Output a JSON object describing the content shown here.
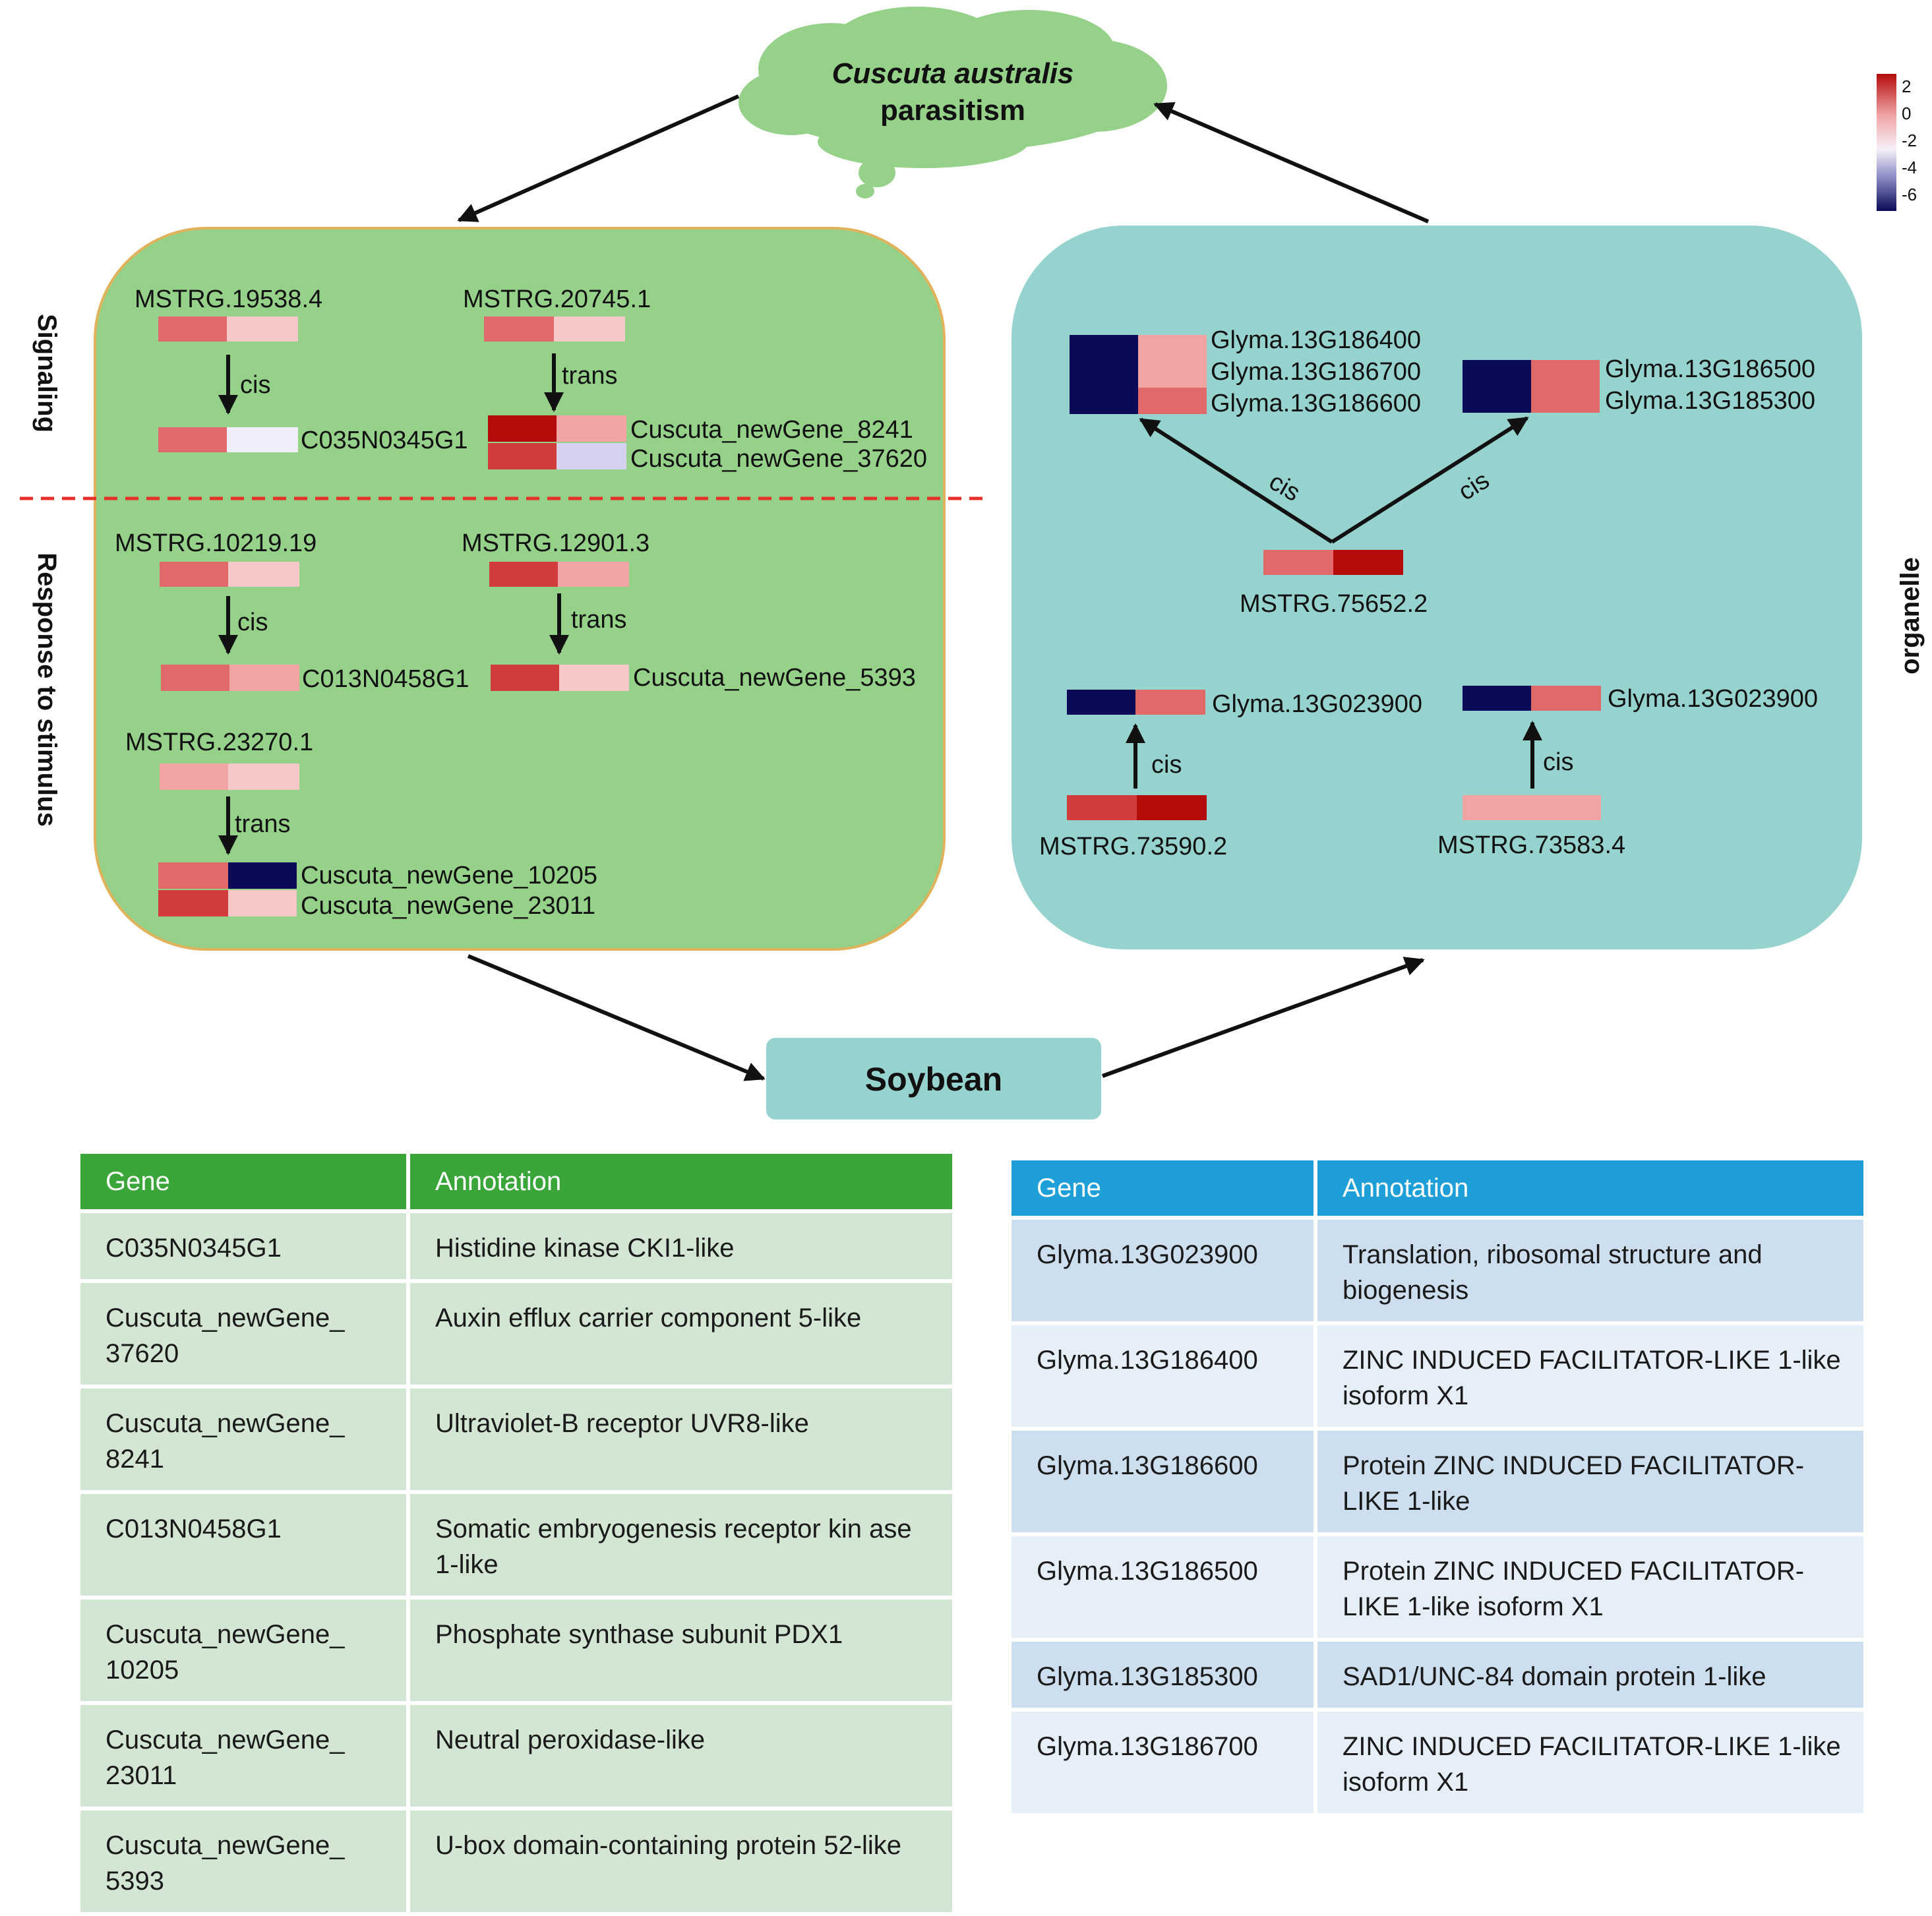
{
  "diagram": {
    "cloud_title_line1": "Cuscuta australis",
    "cloud_title_line2": "parasitism",
    "soybean_label": "Soybean",
    "side_label_signaling": "Signaling",
    "side_label_response": "Response to stimulus",
    "side_label_organelle": "organelle",
    "colors": {
      "cloud": "#96d18a",
      "green_panel": "#96d18a",
      "green_panel_border": "#e0b25c",
      "teal_panel": "#96d3cf",
      "divider": "#e8302a",
      "heat_dark_red": "#b40b0b",
      "heat_red": "#d33c3c",
      "heat_mid": "#e06a6a",
      "heat_light": "#f0a4a4",
      "heat_pale": "#f6c8c8",
      "heat_white": "#eeeefa",
      "heat_lavender": "#d4d2ee",
      "heat_navy": "#0a0a58"
    },
    "legend": {
      "ticks": [
        "2",
        "0",
        "-2",
        "-4",
        "-6"
      ]
    },
    "green_pairs": [
      {
        "source": "MSTRG.19538.4",
        "relation": "cis",
        "targets": [
          "C035N0345G1"
        ]
      },
      {
        "source": "MSTRG.20745.1",
        "relation": "trans",
        "targets": [
          "Cuscuta_newGene_8241",
          "Cuscuta_newGene_37620"
        ]
      },
      {
        "source": "MSTRG.10219.19",
        "relation": "cis",
        "targets": [
          "C013N0458G1"
        ]
      },
      {
        "source": "MSTRG.12901.3",
        "relation": "trans",
        "targets": [
          "Cuscuta_newGene_5393"
        ]
      },
      {
        "source": "MSTRG.23270.1",
        "relation": "trans",
        "targets": [
          "Cuscuta_newGene_10205",
          "Cuscuta_newGene_23011"
        ]
      }
    ],
    "teal_groups": {
      "left_targets": [
        "Glyma.13G186400",
        "Glyma.13G186700",
        "Glyma.13G186600"
      ],
      "right_targets": [
        "Glyma.13G186500",
        "Glyma.13G185300"
      ],
      "center_source": "MSTRG.75652.2",
      "relation_left": "cis",
      "relation_right": "cis",
      "bottom_left_target": "Glyma.13G023900",
      "bottom_left_source": "MSTRG.73590.2",
      "bottom_left_relation": "cis",
      "bottom_right_target": "Glyma.13G023900",
      "bottom_right_source": "MSTRG.73583.4",
      "bottom_right_relation": "cis"
    }
  },
  "left_table": {
    "headers": [
      "Gene",
      "Annotation"
    ],
    "rows": [
      [
        "C035N0345G1",
        "Histidine kinase CKI1-like"
      ],
      [
        "Cuscuta_newGene_ 37620",
        "Auxin efflux carrier component 5-like"
      ],
      [
        "Cuscuta_newGene_ 8241",
        "Ultraviolet-B receptor UVR8-like"
      ],
      [
        "C013N0458G1",
        "Somatic embryogenesis receptor kin ase 1-like"
      ],
      [
        "Cuscuta_newGene_ 10205",
        "Phosphate synthase subunit PDX1"
      ],
      [
        "Cuscuta_newGene_ 23011",
        "Neutral peroxidase-like"
      ],
      [
        "Cuscuta_newGene_ 5393",
        "U-box domain-containing protein 52-like"
      ]
    ]
  },
  "right_table": {
    "headers": [
      "Gene",
      "Annotation"
    ],
    "rows": [
      [
        "Glyma.13G023900",
        "Translation, ribosomal structure and biogenesis"
      ],
      [
        "Glyma.13G186400",
        "ZINC INDUCED FACILITATOR-LIKE 1-like isoform X1"
      ],
      [
        "Glyma.13G186600",
        "Protein ZINC INDUCED FACILITATOR-LIKE 1-like"
      ],
      [
        "Glyma.13G186500",
        "Protein ZINC INDUCED FACILITATOR-LIKE 1-like isoform X1"
      ],
      [
        "Glyma.13G185300",
        "SAD1/UNC-84 domain protein 1-like"
      ],
      [
        "Glyma.13G186700",
        "ZINC INDUCED FACILITATOR-LIKE 1-like isoform X1"
      ]
    ]
  }
}
